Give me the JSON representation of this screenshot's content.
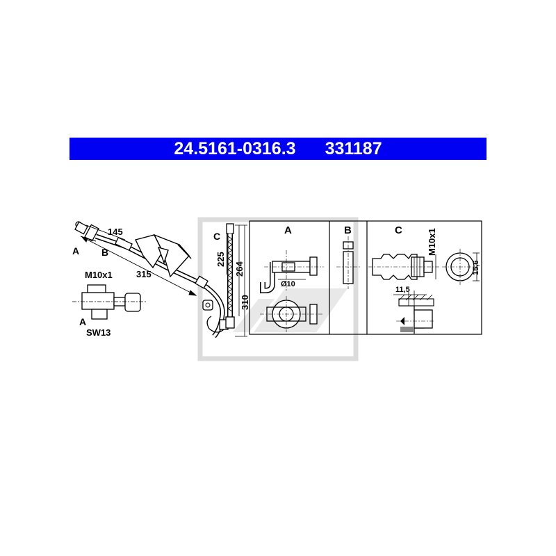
{
  "header": {
    "part_number": "24.5161-0316.3",
    "ref_number": "331187",
    "bg_color": "#0000f2",
    "text_color": "#ffffff"
  },
  "main_view": {
    "dim_145": "145",
    "dim_315": "315",
    "label_a": "A",
    "label_b": "B"
  },
  "fitting_detail": {
    "thread": "M10x1",
    "label_a": "A",
    "wrench_size": "SW13"
  },
  "side_view": {
    "label_c": "C",
    "dim_225": "225",
    "dim_264": "264",
    "dim_310": "310"
  },
  "detail_panels": {
    "a": {
      "title": "A",
      "diameter": "Ø10"
    },
    "b": {
      "title": "B"
    },
    "c": {
      "title": "C",
      "thread": "M10x1",
      "dim_11_5": "11,5",
      "dim_15_6": "15,6"
    }
  },
  "watermark": {
    "logo": "ATE"
  }
}
